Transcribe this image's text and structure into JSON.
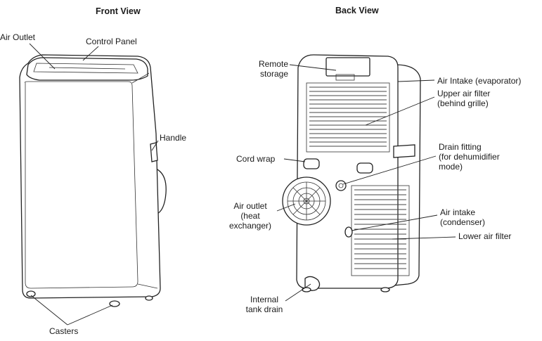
{
  "front_view": {
    "title": "Front View",
    "labels": {
      "air_outlet": "Air Outlet",
      "control_panel": "Control Panel",
      "handle": "Handle",
      "casters": "Casters"
    }
  },
  "back_view": {
    "title": "Back View",
    "labels": {
      "remote_storage": [
        "Remote",
        "storage"
      ],
      "air_intake_evaporator": "Air Intake (evaporator)",
      "upper_air_filter": [
        "Upper air filter",
        "(behind grille)"
      ],
      "cord_wrap": "Cord wrap",
      "drain_fitting": [
        "Drain fitting",
        "(for dehumidifier",
        "mode)"
      ],
      "air_outlet_heat_exchanger": [
        "Air outlet",
        "(heat",
        "exchanger)"
      ],
      "air_intake_condenser": [
        "Air intake",
        "(condenser)"
      ],
      "lower_air_filter": "Lower air filter",
      "internal_tank_drain": [
        "Internal",
        "tank drain"
      ]
    }
  }
}
